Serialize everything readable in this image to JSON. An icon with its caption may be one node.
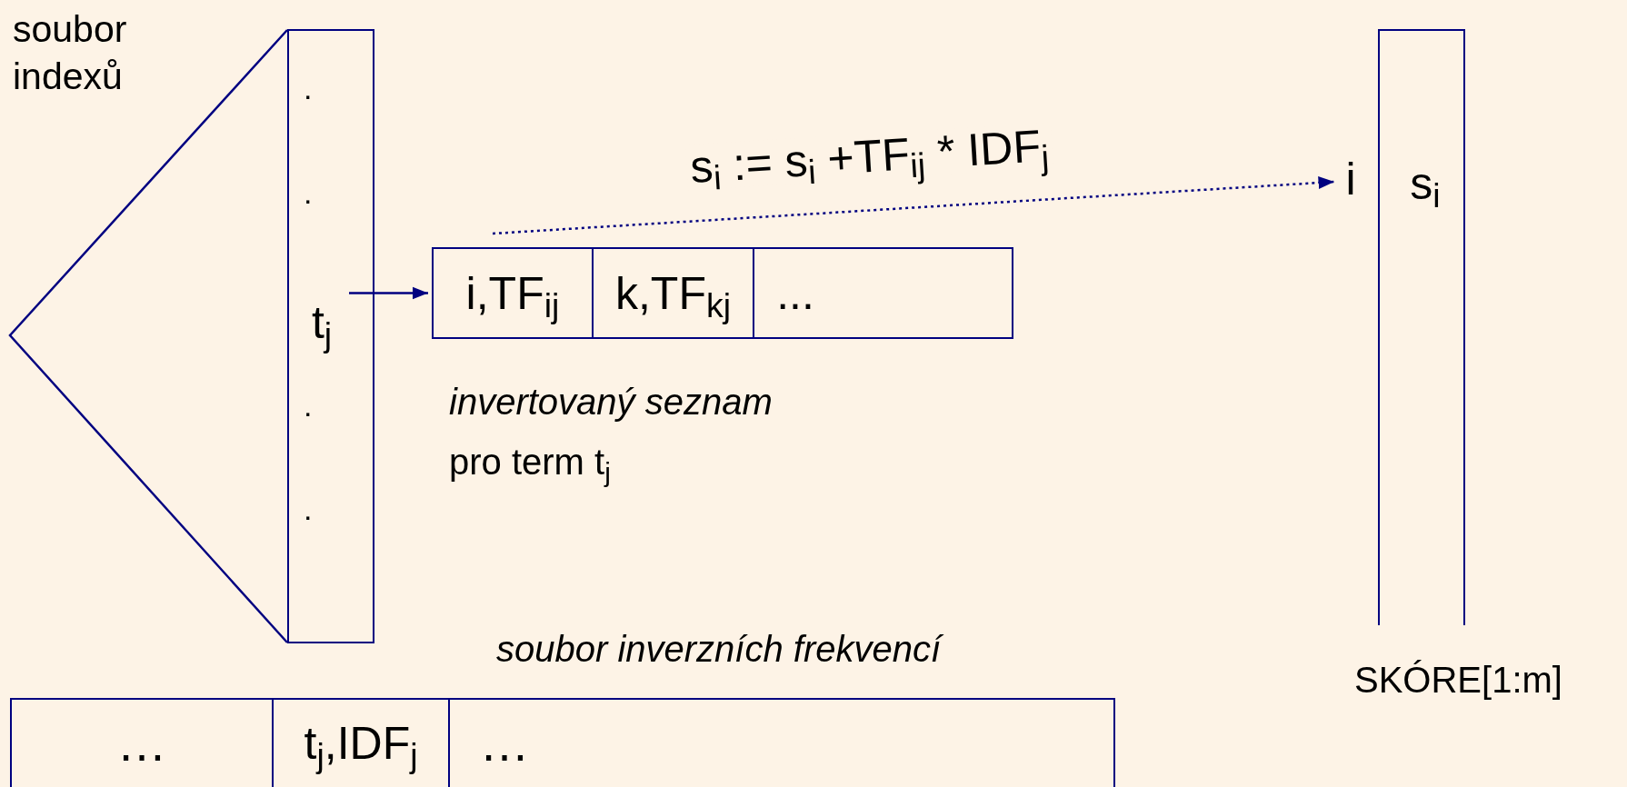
{
  "diagram": {
    "nodes": [
      {
        "text": [],
        "shape": "box"
      },
      {
        "text": [
          "t$_{j}$"
        ],
        "in": 0
      },
      {
        "text": [],
        "shape": "box",
        "beside": [
          "invertovaný seznam",
          "pro term t$_{j}$"
        ]
      },
      {
        "text": [
          "i,TF$_{ij}$"
        ],
        "in": 2
      },
      {
        "text": [
          "k,TF$_{kj}$"
        ],
        "in": 2
      },
      {
        "text": [
          "..."
        ],
        "in": 2
      },
      {
        "text": [],
        "shape": "box",
        "beside": [
          "SKÓRE[1:m]"
        ]
      },
      {
        "text": [
          "i"
        ]
      },
      {
        "text": [
          "s$_{i}$"
        ],
        "in": 6
      },
      {
        "text": [],
        "shape": "box",
        "beside": [
          "soubor inverzních frekvencí"
        ]
      },
      {
        "text": [
          "…"
        ],
        "in": 9
      },
      {
        "text": [
          "t$_{j}$,IDF$_{j}$"
        ],
        "in": 9
      },
      {
        "text": [
          "…"
        ],
        "in": 9
      }
    ],
    "edges": [
      {
        "from": 1,
        "to": 2,
        "arrow": "to"
      },
      {
        "from": 3,
        "to": 7,
        "arrow": "to",
        "style": "dashed",
        "label": "s$_{i}$ := s$_{i}$ +TF$_{ij}$ * IDF$_{j}$"
      }
    ],
    "labels": [
      "soubor indexů",
      ".",
      ".",
      ".",
      "."
    ]
  }
}
